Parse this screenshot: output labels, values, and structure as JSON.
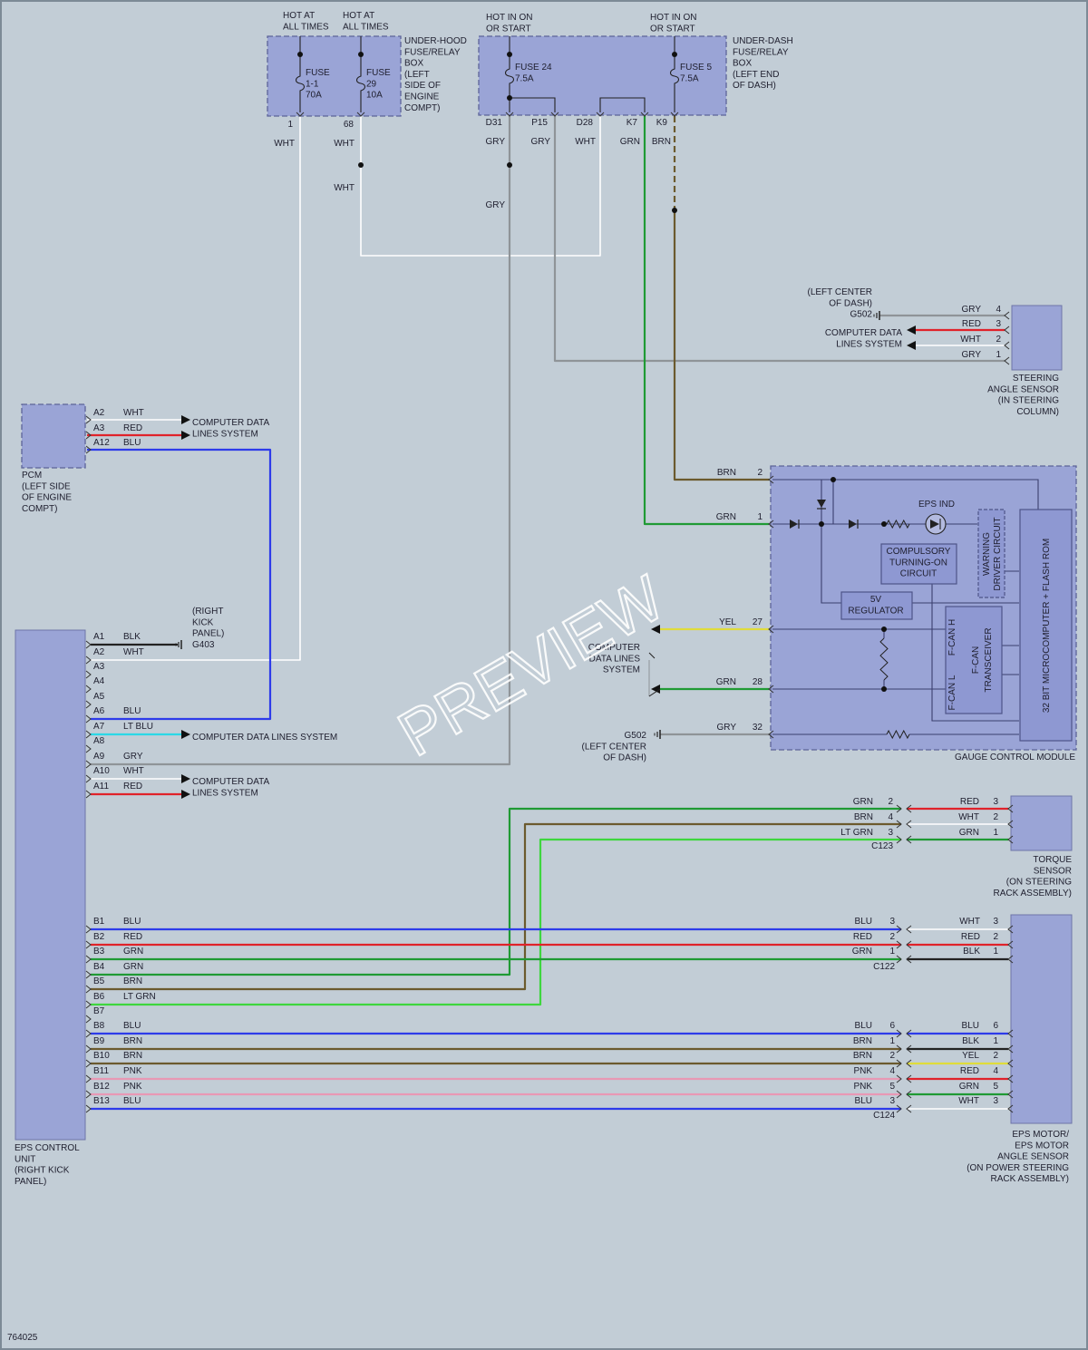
{
  "watermark": "PREVIEW",
  "diagram_code": "764025",
  "colors": {
    "WHT": "#ffffff",
    "GRY": "#8f9498",
    "RED": "#e0222a",
    "BLU": "#2d3bea",
    "GRN": "#1f9a34",
    "LTGRN": "#3ed63e",
    "BRN": "#6b5a2e",
    "BLK": "#222222",
    "YEL": "#e0dc3a",
    "PNK": "#e898b4",
    "LTBLU": "#2bd8e6"
  },
  "hood_box": {
    "hot1": [
      "HOT AT",
      "ALL TIMES"
    ],
    "hot2": [
      "HOT AT",
      "ALL TIMES"
    ],
    "name": [
      "UNDER-HOOD",
      "FUSE/RELAY",
      "BOX",
      "(LEFT",
      "SIDE OF",
      "ENGINE",
      "COMPT)"
    ],
    "fuse1": [
      "FUSE",
      "1-1",
      "70A"
    ],
    "fuse2": [
      "FUSE",
      "29",
      "10A"
    ],
    "pin1": "1",
    "pin2": "68"
  },
  "dash_box": {
    "hot1": [
      "HOT IN ON",
      "OR START"
    ],
    "hot2": [
      "HOT IN ON",
      "OR START"
    ],
    "name": [
      "UNDER-DASH",
      "FUSE/RELAY",
      "BOX",
      "(LEFT END",
      "OF DASH)"
    ],
    "fuse1": [
      "FUSE 24",
      "7.5A"
    ],
    "fuse2": [
      "FUSE 5",
      "7.5A"
    ],
    "pins": [
      "D31",
      "P15",
      "D28",
      "K7",
      "K9"
    ]
  },
  "top_wires": {
    "wht1": "WHT",
    "wht2": "WHT",
    "wht3": "WHT",
    "gry1": "GRY",
    "gry2": "GRY",
    "gry3": "GRY",
    "wht4": "WHT",
    "grn": "GRN",
    "brn": "BRN"
  },
  "steering_sensor": {
    "name": [
      "STEERING",
      "ANGLE SENSOR",
      "(IN STEERING",
      "COLUMN)"
    ],
    "ground": [
      "(LEFT CENTER",
      "OF DASH)",
      "G502"
    ],
    "cdl": [
      "COMPUTER DATA",
      "LINES SYSTEM"
    ],
    "wires": [
      {
        "color": "GRY",
        "pin": "4"
      },
      {
        "color": "RED",
        "pin": "3"
      },
      {
        "color": "WHT",
        "pin": "2"
      },
      {
        "color": "GRY",
        "pin": "1"
      }
    ]
  },
  "pcm": {
    "name": [
      "PCM",
      "(LEFT SIDE",
      "OF ENGINE",
      "COMPT)"
    ],
    "pins": [
      {
        "pin": "A2",
        "color": "WHT"
      },
      {
        "pin": "A3",
        "color": "RED"
      },
      {
        "pin": "A12",
        "color": "BLU"
      }
    ],
    "cdl": [
      "COMPUTER DATA",
      "LINES SYSTEM"
    ]
  },
  "gauge": {
    "name": "GAUGE CONTROL MODULE",
    "wires": [
      {
        "color": "BRN",
        "pin": "2"
      },
      {
        "color": "GRN",
        "pin": "1"
      },
      {
        "color": "YEL",
        "pin": "27"
      },
      {
        "color": "GRN",
        "pin": "28"
      },
      {
        "color": "GRY",
        "pin": "32"
      }
    ],
    "eps_ind": "EPS IND",
    "compulsory": [
      "COMPULSORY",
      "TURNING-ON",
      "CIRCUIT"
    ],
    "warning": [
      "WARNING",
      "DRIVER CIRCUIT"
    ],
    "micro": "32 BIT MICROCOMPUTER + FLASH ROM",
    "regulator": [
      "5V",
      "REGULATOR"
    ],
    "fcan_h": "F-CAN H",
    "fcan_l": "F-CAN L",
    "transceiver": [
      "F-CAN",
      "TRANSCEIVER"
    ],
    "cdl": [
      "COMPUTER",
      "DATA LINES",
      "SYSTEM"
    ],
    "ground": [
      "G502",
      "(LEFT CENTER",
      "OF DASH)"
    ]
  },
  "eps": {
    "name": [
      "EPS CONTROL",
      "UNIT",
      "(RIGHT KICK",
      "PANEL)"
    ],
    "ground": [
      "(RIGHT",
      "KICK",
      "PANEL)",
      "G403"
    ],
    "cdl1": "COMPUTER DATA LINES SYSTEM",
    "cdl2": [
      "COMPUTER DATA",
      "LINES SYSTEM"
    ],
    "a_pins": [
      {
        "pin": "A1",
        "color": "BLK"
      },
      {
        "pin": "A2",
        "color": "WHT"
      },
      {
        "pin": "A3",
        "color": ""
      },
      {
        "pin": "A4",
        "color": ""
      },
      {
        "pin": "A5",
        "color": ""
      },
      {
        "pin": "A6",
        "color": "BLU"
      },
      {
        "pin": "A7",
        "color": "LT BLU"
      },
      {
        "pin": "A8",
        "color": ""
      },
      {
        "pin": "A9",
        "color": "GRY"
      },
      {
        "pin": "A10",
        "color": "WHT"
      },
      {
        "pin": "A11",
        "color": "RED"
      }
    ],
    "b_pins": [
      {
        "pin": "B1",
        "color": "BLU"
      },
      {
        "pin": "B2",
        "color": "RED"
      },
      {
        "pin": "B3",
        "color": "GRN"
      },
      {
        "pin": "B4",
        "color": "GRN"
      },
      {
        "pin": "B5",
        "color": "BRN"
      },
      {
        "pin": "B6",
        "color": "LT GRN"
      },
      {
        "pin": "B7",
        "color": ""
      },
      {
        "pin": "B8",
        "color": "BLU"
      },
      {
        "pin": "B9",
        "color": "BRN"
      },
      {
        "pin": "B10",
        "color": "BRN"
      },
      {
        "pin": "B11",
        "color": "PNK"
      },
      {
        "pin": "B12",
        "color": "PNK"
      },
      {
        "pin": "B13",
        "color": "BLU"
      }
    ]
  },
  "torque": {
    "name": [
      "TORQUE",
      "SENSOR",
      "(ON STEERING",
      "RACK ASSEMBLY)"
    ],
    "connector": "C123",
    "left": [
      {
        "color": "GRN",
        "pin": "2"
      },
      {
        "color": "BRN",
        "pin": "4"
      },
      {
        "color": "LT GRN",
        "pin": "3"
      }
    ],
    "right": [
      {
        "color": "RED",
        "pin": "3"
      },
      {
        "color": "WHT",
        "pin": "2"
      },
      {
        "color": "GRN",
        "pin": "1"
      }
    ]
  },
  "c122": {
    "connector": "C122",
    "left": [
      {
        "color": "BLU",
        "pin": "3"
      },
      {
        "color": "RED",
        "pin": "2"
      },
      {
        "color": "GRN",
        "pin": "1"
      }
    ],
    "right": [
      {
        "color": "WHT",
        "pin": "3"
      },
      {
        "color": "RED",
        "pin": "2"
      },
      {
        "color": "BLK",
        "pin": "1"
      }
    ]
  },
  "c124": {
    "connector": "C124",
    "left": [
      {
        "color": "BLU",
        "pin": "6"
      },
      {
        "color": "BRN",
        "pin": "1"
      },
      {
        "color": "BRN",
        "pin": "2"
      },
      {
        "color": "PNK",
        "pin": "4"
      },
      {
        "color": "PNK",
        "pin": "5"
      },
      {
        "color": "BLU",
        "pin": "3"
      }
    ],
    "right": [
      {
        "color": "BLU",
        "pin": "6"
      },
      {
        "color": "BLK",
        "pin": "1"
      },
      {
        "color": "YEL",
        "pin": "2"
      },
      {
        "color": "RED",
        "pin": "4"
      },
      {
        "color": "GRN",
        "pin": "5"
      },
      {
        "color": "WHT",
        "pin": "3"
      }
    ]
  },
  "motor": {
    "name": [
      "EPS MOTOR/",
      "EPS MOTOR",
      "ANGLE SENSOR",
      "(ON POWER STEERING",
      "RACK ASSEMBLY)"
    ]
  }
}
